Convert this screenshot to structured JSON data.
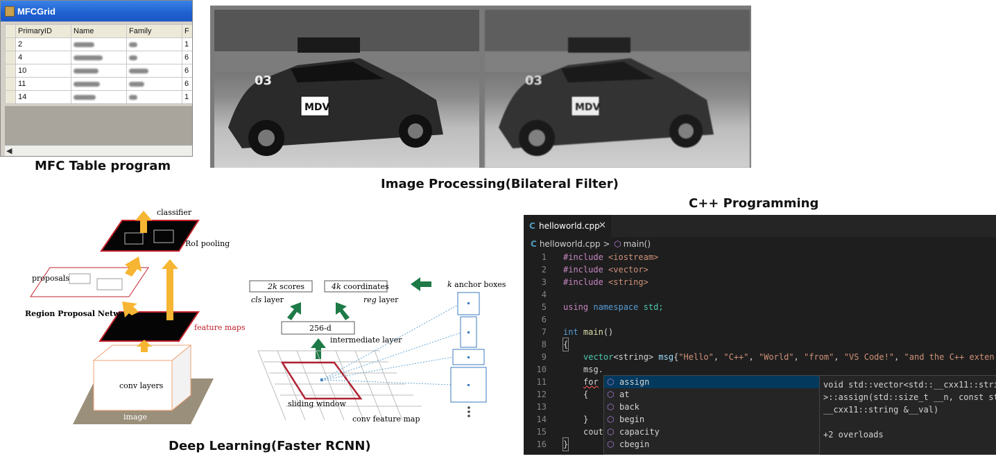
{
  "captions": {
    "mfc": "MFC Table program",
    "image_processing": "Image Processing(Bilateral Filter)",
    "cpp": "C++ Programming",
    "deep_learning": "Deep Learning(Faster RCNN)"
  },
  "mfc": {
    "title": "MFCGrid",
    "columns": [
      "PrimaryID",
      "Name",
      "Family",
      "F"
    ],
    "rows": [
      {
        "id": "2",
        "last": "1"
      },
      {
        "id": "4",
        "last": "6"
      },
      {
        "id": "10",
        "last": "6"
      },
      {
        "id": "11",
        "last": "6"
      },
      {
        "id": "14",
        "last": "1"
      }
    ]
  },
  "car": {
    "number": "03",
    "logo": "MDV"
  },
  "rcnn": {
    "classifier": "classifier",
    "roi_pooling": "RoI pooling",
    "proposals": "proposals",
    "rpn": "Region Proposal Network",
    "feature_maps": "feature maps",
    "conv_layers": "conv layers",
    "image": "image",
    "scores_k": "2k",
    "scores_rest": " scores",
    "coords_k": "4k",
    "coords_rest": " coordinates",
    "cls_italic": "cls",
    "cls_rest": " layer",
    "reg_italic": "reg",
    "reg_rest": " layer",
    "anchor_k": "k",
    "anchor_rest": " anchor boxes",
    "intermediate_value": "256-d",
    "intermediate_layer": "intermediate layer",
    "sliding_window": "sliding window",
    "conv_feature_map": "conv feature map"
  },
  "vscode": {
    "tab": "helloworld.cpp",
    "crumb_file": "helloworld.cpp",
    "crumb_sep": ">",
    "crumb_symbol": "main()",
    "line_numbers": [
      "1",
      "2",
      "3",
      "4",
      "5",
      "6",
      "7",
      "8",
      "9",
      "10",
      "11",
      "12",
      "13",
      "14",
      "15",
      "16"
    ],
    "include1_kw": "#include",
    "include1_hdr": "<iostream>",
    "include2_kw": "#include",
    "include2_hdr": "<vector>",
    "include3_kw": "#include",
    "include3_hdr": "<string>",
    "using_kw": "using",
    "namespace_kw": "namespace",
    "using_rest": "std;",
    "int_kw": "int",
    "main_fn": "main",
    "main_paren": "()",
    "brace_open": "{",
    "vec_type": "vector",
    "vec_tmpl": "<string>",
    "vec_var": "msg",
    "vec_brace": "{",
    "s1": "\"Hello\"",
    "s2": "\"C++\"",
    "s3": "\"World\"",
    "s4": "\"from\"",
    "s5": "\"VS Code!\"",
    "s6": "\"and the C++ exten",
    "comma": ",",
    "msg_dot": "msg.",
    "for_kw": "for",
    "brace_inner_open": "{",
    "brace_inner_close": "}",
    "cout_frag": "cout",
    "brace_close": "}",
    "suggestions": [
      "assign",
      "at",
      "back",
      "begin",
      "capacity",
      "cbegin"
    ],
    "detail_line1": "void std::vector<std::__cxx11::stri",
    "detail_line2": ">::assign(std::size_t __n, const st",
    "detail_line3": "__cxx11::string &__val)",
    "overloads": "+2 overloads"
  }
}
